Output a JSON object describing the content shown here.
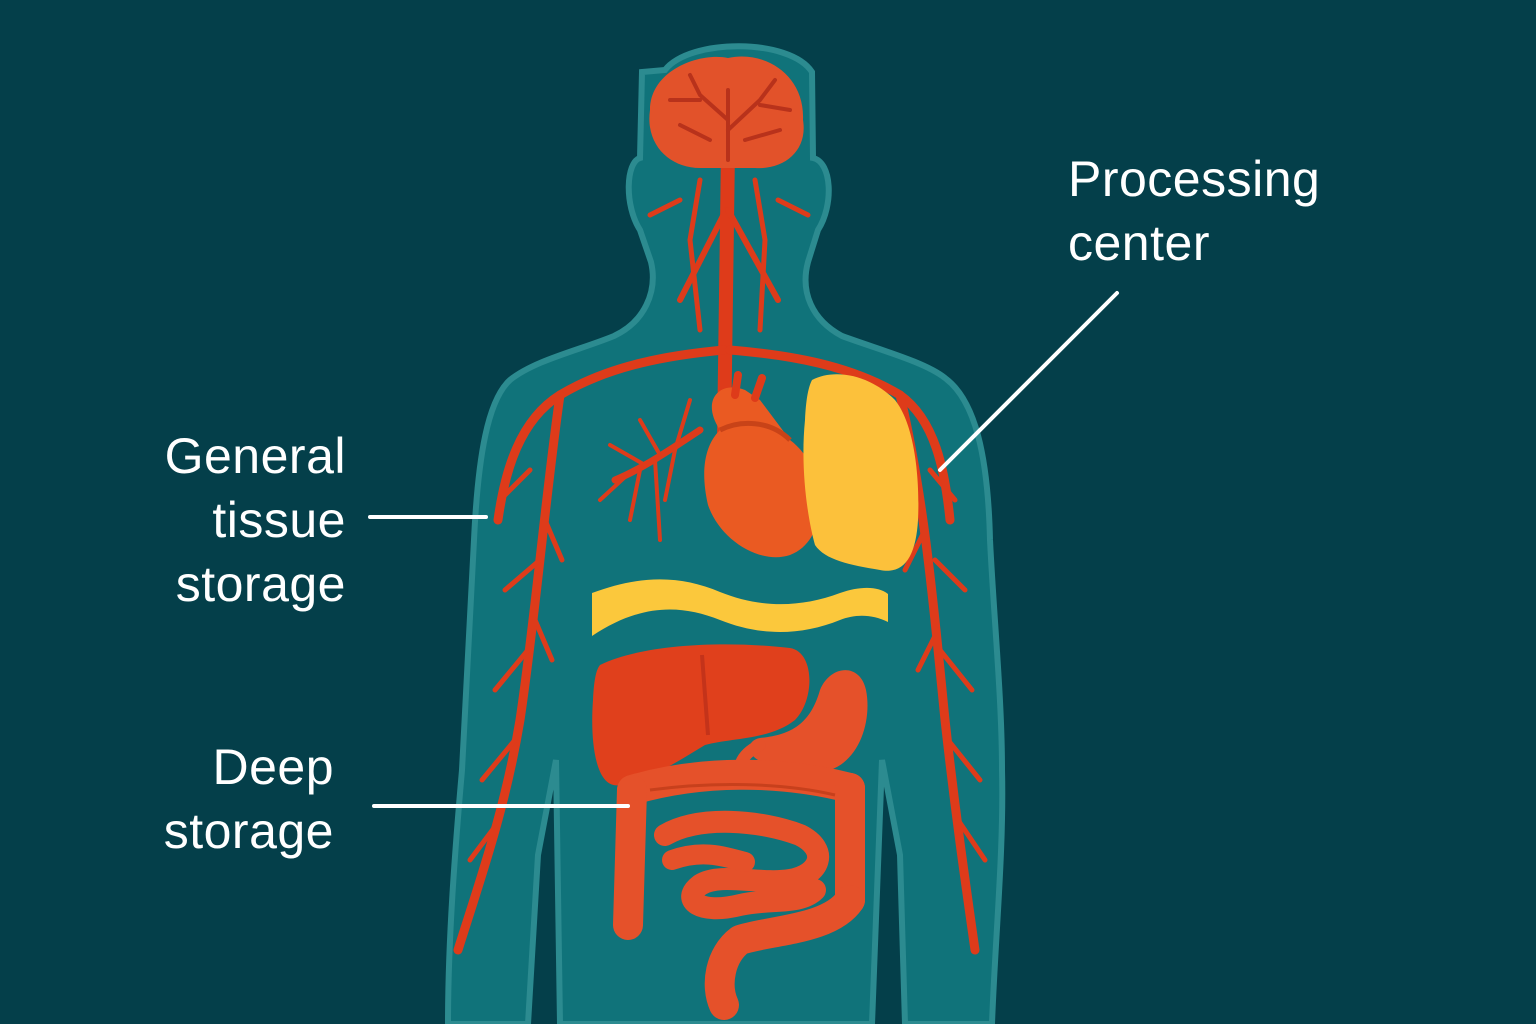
{
  "labels": {
    "general": {
      "lines": [
        "General",
        "tissue",
        "storage"
      ]
    },
    "deep": {
      "lines": [
        "Deep",
        "storage"
      ]
    },
    "processing": {
      "lines": [
        "Processing",
        "center"
      ]
    }
  },
  "colors": {
    "background": "#043f4a",
    "body": "#10737a",
    "body_outline": "#2c8b90",
    "vessels": "#de3b1a",
    "brain": "#e2522a",
    "heart": "#ea5a22",
    "lung": "#fcc13b",
    "fat_band": "#fbc83c",
    "liver": "#e0401c",
    "intestine": "#e5512a",
    "text": "#ffffff"
  },
  "icons": [
    "brain-icon",
    "heart-icon",
    "lung-icon",
    "liver-icon",
    "stomach-icon",
    "intestine-icon"
  ]
}
